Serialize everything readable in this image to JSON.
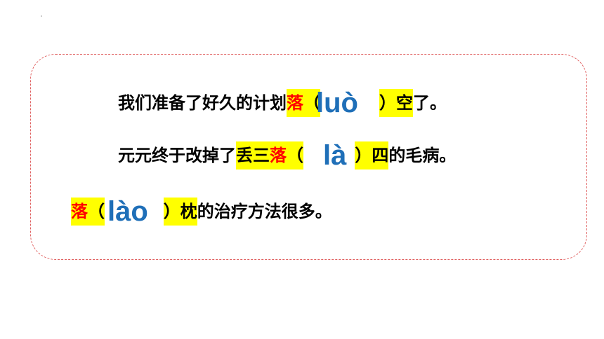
{
  "slide": {
    "sentence1": {
      "before": "我们准备了好久的计划",
      "char": "落",
      "open": "（",
      "pinyin": "luò",
      "close": "）",
      "after_hl": "空",
      "after": "了。"
    },
    "sentence2": {
      "before": "元元终于改掉了",
      "hl_word": "丢三",
      "char": "落",
      "open": "（",
      "pinyin": "là",
      "close": "）",
      "after_hl": "四",
      "after": "的毛病。"
    },
    "sentence3": {
      "char": "落",
      "open": "（",
      "pinyin": "lào",
      "close": "）",
      "after_hl": "枕",
      "after": "的治疗方法很多。"
    }
  },
  "colors": {
    "highlight": "#ffff00",
    "target_char": "#ff0000",
    "pinyin": "#1f6fb8",
    "frame_border": "#e06060"
  }
}
